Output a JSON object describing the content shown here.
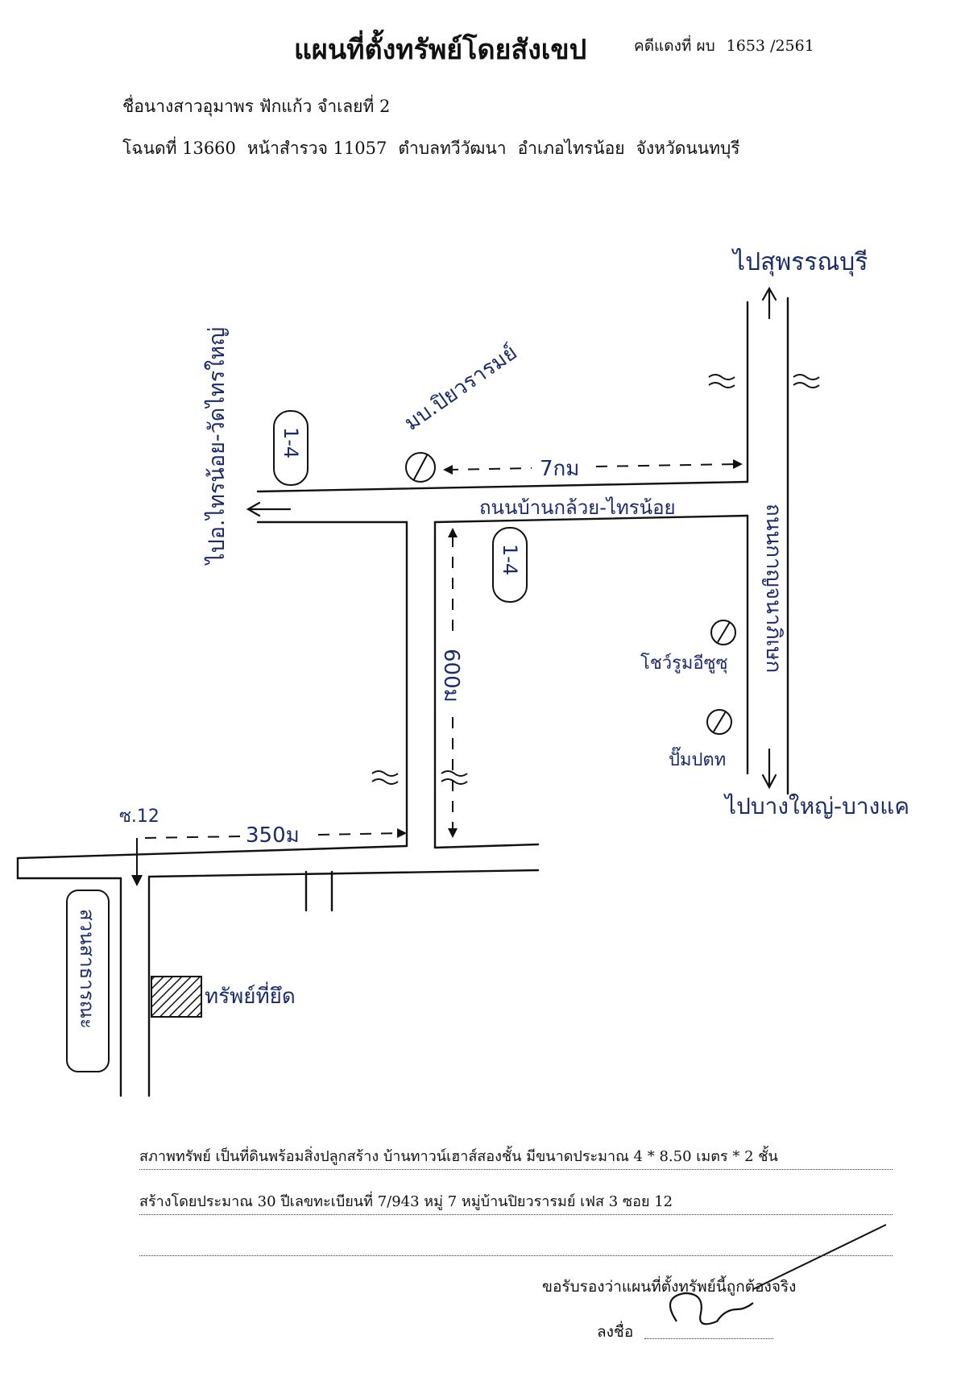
{
  "header": {
    "title": "แผนที่ตั้งทรัพย์โดยสังเขป",
    "case_label": "คดีแดงที่ ผบ",
    "case_number": "1653 /2561"
  },
  "owner_line": "ชื่อนางสาวอุมาพร ฟักแก้ว จำเลยที่ 2",
  "deed": {
    "deed_no": "โฉนดที่ 13660",
    "survey_no": "หน้าสำรวจ 11057",
    "subdistrict": "ตำบลทวีวัฒนา",
    "district": "อำเภอไทรน้อย",
    "province": "จังหวัดนนทบุรี"
  },
  "map": {
    "to_suphanburi": "ไปสุพรรณบุรี",
    "to_sai_noi_wat": "ไปอ.ไทรน้อย-วัดไทรใหญ่",
    "to_bang_bua_thong": "ไปบางใหญ่-บางแค",
    "village": "มบ.ปิยวรารมย์",
    "road_ban_klai": "ถนนบ้านกล้วย-ไทรน้อย",
    "road_kanchanaphisek": "ถนนกาญจนาภิเษก",
    "showroom": "โชว์รูมอีซูซุ",
    "gas_station": "ปั๊มปตท",
    "soi": "ซ.12",
    "dist_7km": "7กม",
    "dist_600m": "600ม",
    "dist_350m": "350ม",
    "park": "สวนสาธารณะ",
    "property": "ทรัพย์ที่ยึด",
    "road_no_1": "1-4",
    "road_no_2": "1-4"
  },
  "description": {
    "line1": "สภาพทรัพย์ เป็นที่ดินพร้อมสิ่งปลูกสร้าง บ้านทาวน์เฮาส์สองชั้น มีขนาดประมาณ 4 * 8.50 เมตร * 2 ชั้น",
    "line2": "สร้างโดยประมาณ 30 ปีเลขทะเบียนที่ 7/943 หมู่ 7 หมู่บ้านปิยวรารมย์ เฟส 3 ซอย 12"
  },
  "certify": "ขอรับรองว่าแผนที่ตั้งทรัพย์นี้ถูกต้องจริง",
  "sign_label": "ลงชื่อ"
}
